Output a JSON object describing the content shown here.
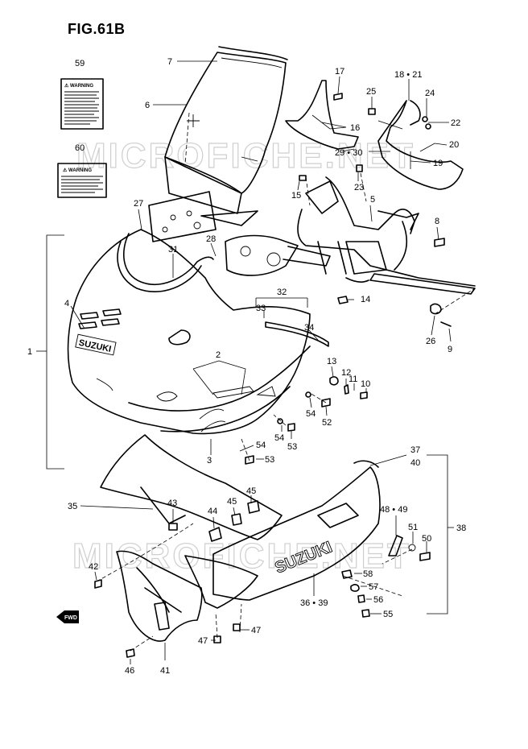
{
  "figure": {
    "title": "FIG.61B"
  },
  "watermark": {
    "text": "MICROFICHE.NET",
    "color": "#cfcfcf"
  },
  "fwd_badge": {
    "text": "FWD"
  },
  "labels": {
    "warning_1": "⚠ WARNING",
    "warning_2": "⚠ WARNING",
    "suzuki_1": "SUZUKI",
    "suzuki_2": "SUZUKI"
  },
  "callouts": [
    {
      "id": "c59",
      "text": "59"
    },
    {
      "id": "c60",
      "text": "60"
    },
    {
      "id": "c7",
      "text": "7"
    },
    {
      "id": "c6",
      "text": "6"
    },
    {
      "id": "c17",
      "text": "17"
    },
    {
      "id": "c18_21",
      "text": "18 • 21"
    },
    {
      "id": "c25",
      "text": "25"
    },
    {
      "id": "c24",
      "text": "24"
    },
    {
      "id": "c22",
      "text": "22"
    },
    {
      "id": "c16",
      "text": "16"
    },
    {
      "id": "c29_30",
      "text": "29 • 30"
    },
    {
      "id": "c20",
      "text": "20"
    },
    {
      "id": "c19",
      "text": "19"
    },
    {
      "id": "c23",
      "text": "23"
    },
    {
      "id": "c15",
      "text": "15"
    },
    {
      "id": "c5",
      "text": "5"
    },
    {
      "id": "c27",
      "text": "27"
    },
    {
      "id": "c8",
      "text": "8"
    },
    {
      "id": "c28",
      "text": "28"
    },
    {
      "id": "c31",
      "text": "31"
    },
    {
      "id": "c14",
      "text": "14"
    },
    {
      "id": "c32",
      "text": "32"
    },
    {
      "id": "c33",
      "text": "33"
    },
    {
      "id": "c4",
      "text": "4"
    },
    {
      "id": "c34",
      "text": "34"
    },
    {
      "id": "c26",
      "text": "26"
    },
    {
      "id": "c9",
      "text": "9"
    },
    {
      "id": "c1",
      "text": "1"
    },
    {
      "id": "c2",
      "text": "2"
    },
    {
      "id": "c13",
      "text": "13"
    },
    {
      "id": "c12",
      "text": "12"
    },
    {
      "id": "c11",
      "text": "11"
    },
    {
      "id": "c10",
      "text": "10"
    },
    {
      "id": "c54a",
      "text": "54"
    },
    {
      "id": "c52",
      "text": "52"
    },
    {
      "id": "c54b",
      "text": "54"
    },
    {
      "id": "c53a",
      "text": "53"
    },
    {
      "id": "c54c",
      "text": "54"
    },
    {
      "id": "c53b",
      "text": "53"
    },
    {
      "id": "c3",
      "text": "3"
    },
    {
      "id": "c37",
      "text": "37"
    },
    {
      "id": "c40",
      "text": "40"
    },
    {
      "id": "c45a",
      "text": "45"
    },
    {
      "id": "c35",
      "text": "35"
    },
    {
      "id": "c43",
      "text": "43"
    },
    {
      "id": "c44",
      "text": "44"
    },
    {
      "id": "c45b",
      "text": "45"
    },
    {
      "id": "c48_49",
      "text": "48 • 49"
    },
    {
      "id": "c38",
      "text": "38"
    },
    {
      "id": "c51",
      "text": "51"
    },
    {
      "id": "c50",
      "text": "50"
    },
    {
      "id": "c42",
      "text": "42"
    },
    {
      "id": "c58",
      "text": "58"
    },
    {
      "id": "c57",
      "text": "57"
    },
    {
      "id": "c36_39",
      "text": "36 • 39"
    },
    {
      "id": "c56",
      "text": "56"
    },
    {
      "id": "c55",
      "text": "55"
    },
    {
      "id": "c47a",
      "text": "47"
    },
    {
      "id": "c47b",
      "text": "47"
    },
    {
      "id": "c46",
      "text": "46"
    },
    {
      "id": "c41",
      "text": "41"
    }
  ]
}
